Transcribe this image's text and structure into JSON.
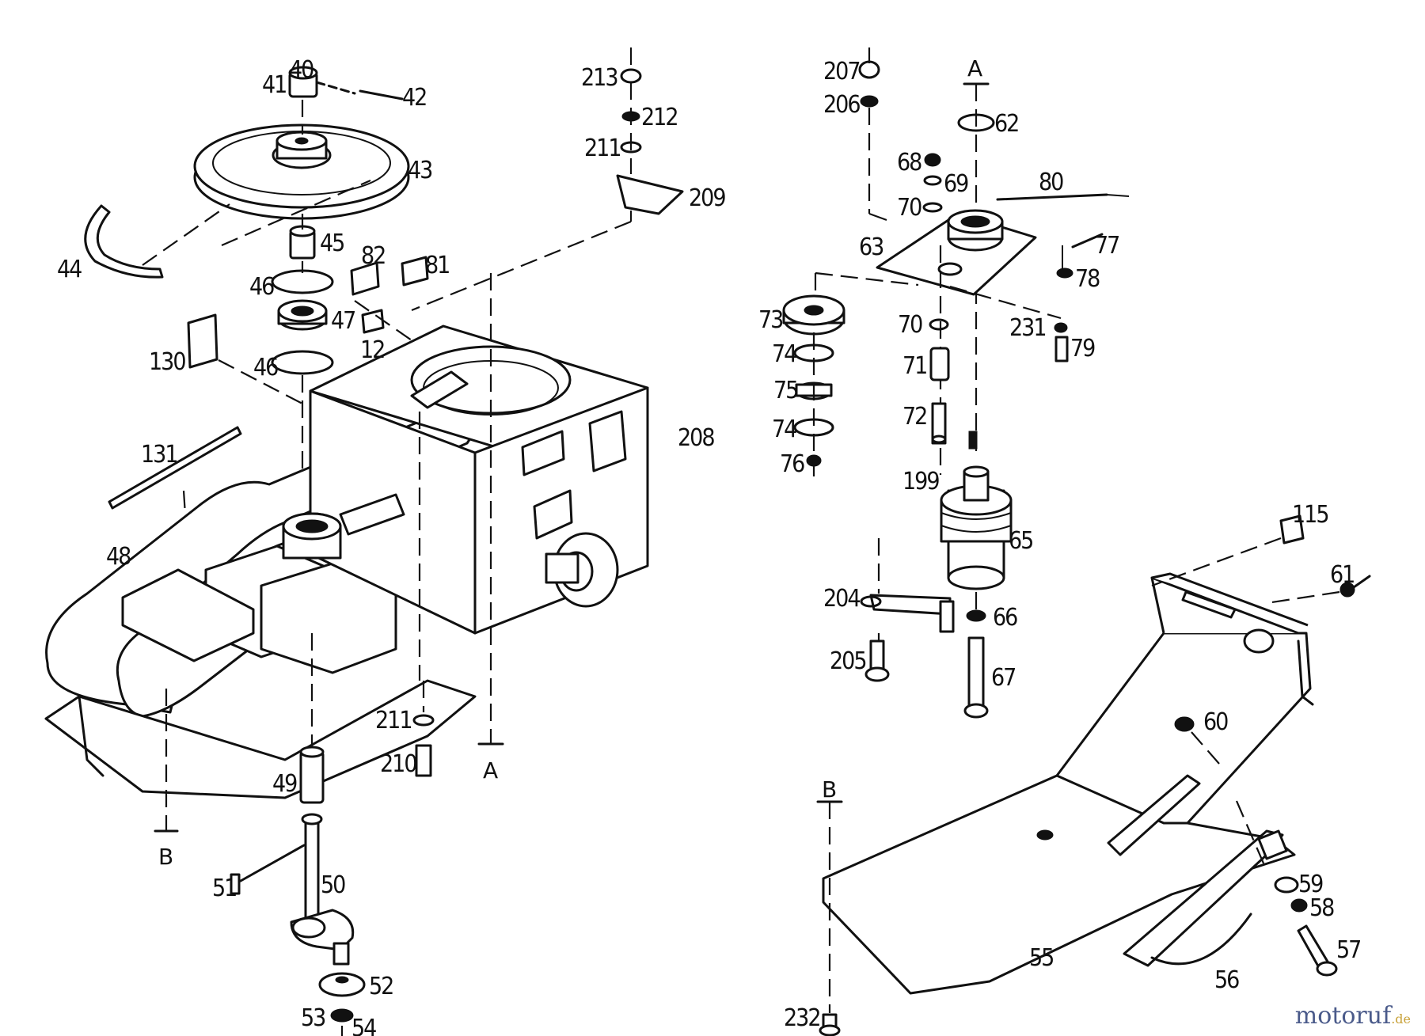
{
  "labels": {
    "p41": "41",
    "p40": "40",
    "p42": "42",
    "p43": "43",
    "p44": "44",
    "p45": "45",
    "p46a": "46",
    "p46b": "46",
    "p47": "47",
    "p82": "82",
    "p81": "81",
    "p12": "12",
    "p130": "130",
    "p131": "131",
    "p48": "48",
    "p49": "49",
    "p51": "51",
    "p50": "50",
    "p52": "52",
    "p53": "53",
    "p54": "54",
    "p213": "213",
    "p212": "212",
    "p211a": "211",
    "p209": "209",
    "p208": "208",
    "p211b": "211",
    "p210": "210",
    "p207": "207",
    "p206": "206",
    "p62": "62",
    "p68": "68",
    "p69": "69",
    "p70a": "70",
    "p80": "80",
    "p63": "63",
    "p77": "77",
    "p78": "78",
    "p73": "73",
    "p74a": "74",
    "p75": "75",
    "p74b": "74",
    "p76": "76",
    "p70b": "70",
    "p71": "71",
    "p72": "72",
    "p231": "231",
    "p79": "79",
    "p199": "199",
    "p65": "65",
    "p204": "204",
    "p66": "66",
    "p205": "205",
    "p67": "67",
    "p115": "115",
    "p61": "61",
    "p60": "60",
    "p59": "59",
    "p58": "58",
    "p57": "57",
    "p56": "56",
    "p55": "55",
    "p232": "232"
  },
  "sections": {
    "a_top": "A",
    "a_bottom": "A",
    "b_left": "B",
    "b_right": "B"
  },
  "watermark": {
    "brand": "motoruf",
    "suffix": ".de"
  }
}
